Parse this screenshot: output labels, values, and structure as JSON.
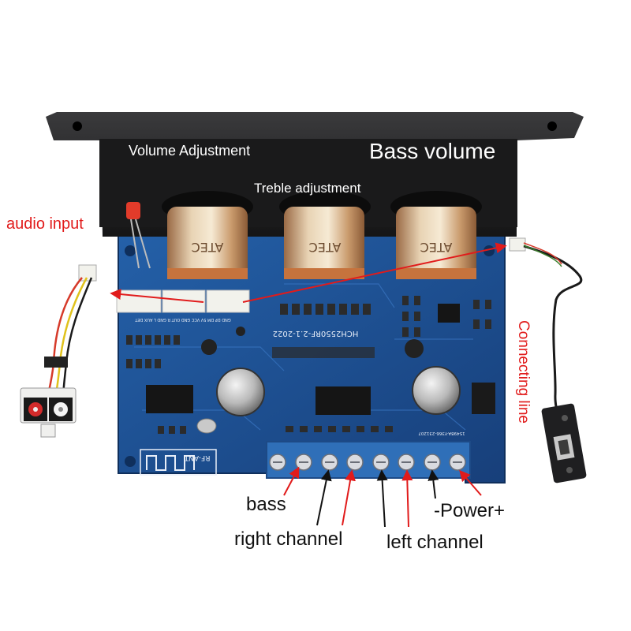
{
  "labels": {
    "volume_adjustment": "Volume Adjustment",
    "bass_volume": "Bass volume",
    "treble_adjustment": "Treble adjustment",
    "audio_input": "audio input",
    "connecting_line": "Connecting line",
    "bass": "bass",
    "right_channel": "right channel",
    "left_channel": "left channel",
    "power": "-Power+"
  },
  "board_markings": {
    "model": "HCH2550RF-2.1-2022",
    "antenna": "RF-ANT",
    "pot_brand": "ATEC",
    "serial": "15498A-Y366-231207",
    "header_pins": "GND DP DM 5V  VCC GND OUT  R GND L AUX DET"
  },
  "colors": {
    "pcb": "#1b4f93",
    "pcb_dark": "#13386b",
    "panel": "#1d1d1f",
    "terminal": "#2f6fb8",
    "arrow_red": "#e11b1b",
    "arrow_black": "#111111",
    "label_red": "#e11b1b"
  },
  "icons": [
    "rca-jack-icon",
    "usb-socket-icon",
    "potentiometer-knob",
    "screw-terminal"
  ]
}
